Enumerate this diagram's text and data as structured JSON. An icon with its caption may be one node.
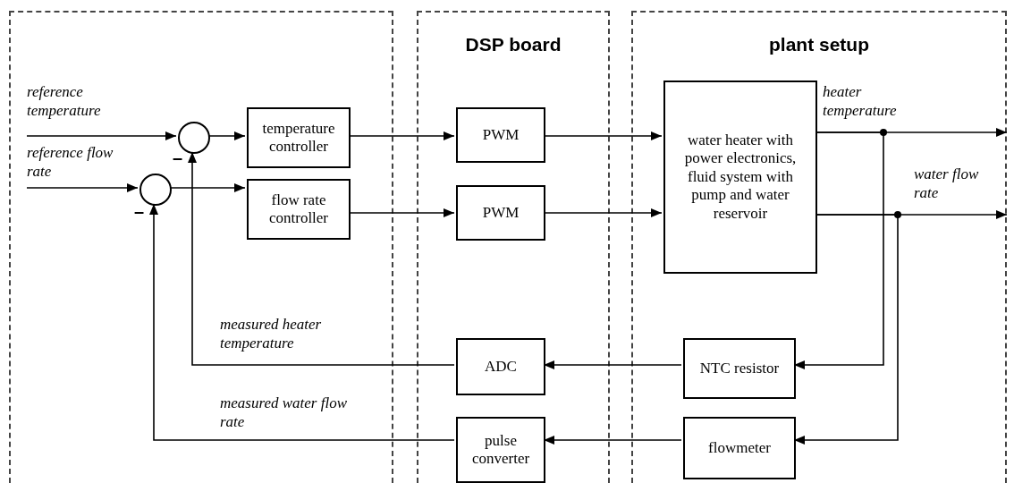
{
  "diagram": {
    "nodes": [
      {
        "text": [],
        "shape": "box"
      },
      {
        "text": [
          "DSP board"
        ]
      },
      {
        "text": [
          "plant setup"
        ]
      },
      {
        "text": [],
        "shape": "circle",
        "in": 0
      },
      {
        "text": [
          "temperature controller"
        ],
        "in": 0
      },
      {
        "text": [],
        "shape": "circle",
        "in": 0
      },
      {
        "text": [
          "flow rate controller"
        ],
        "in": 0
      },
      {
        "text": [
          "PWM"
        ],
        "in": 1
      },
      {
        "text": [
          "PWM"
        ],
        "in": 1
      },
      {
        "text": [
          "ADC"
        ],
        "in": 1
      },
      {
        "text": [
          "pulse converter"
        ],
        "in": 1
      },
      {
        "text": [
          "water heater with power electronics, fluid system with pump and water reservoir"
        ],
        "in": 2
      },
      {
        "text": [
          "NTC resistor"
        ],
        "in": 2
      },
      {
        "text": [
          "flowmeter"
        ],
        "in": 2
      }
    ],
    "edges": [
      {
        "from": null,
        "to": 3,
        "arrow": "to",
        "label": "reference temperature"
      },
      {
        "from": 3,
        "to": 4,
        "arrow": "to"
      },
      {
        "from": 4,
        "to": 7,
        "arrow": "to"
      },
      {
        "from": 7,
        "to": 11,
        "arrow": "to"
      },
      {
        "from": null,
        "to": 5,
        "arrow": "to",
        "label": "reference flow rate"
      },
      {
        "from": 5,
        "to": 6,
        "arrow": "to"
      },
      {
        "from": 6,
        "to": 8,
        "arrow": "to"
      },
      {
        "from": 8,
        "to": 11,
        "arrow": "to"
      },
      {
        "from": 11,
        "to": null,
        "arrow": "to",
        "label": "heater temperature"
      },
      {
        "from": 11,
        "to": null,
        "arrow": "to",
        "label": "water flow rate"
      },
      {
        "from": 11,
        "to": 12,
        "arrow": "to"
      },
      {
        "from": 11,
        "to": 13,
        "arrow": "to"
      },
      {
        "from": 12,
        "to": 9,
        "arrow": "to"
      },
      {
        "from": 9,
        "to": 3,
        "arrow": "to",
        "label": "measured heater temperature"
      },
      {
        "from": 13,
        "to": 10,
        "arrow": "to"
      },
      {
        "from": 10,
        "to": 5,
        "arrow": "to",
        "label": "measured water flow rate"
      }
    ],
    "labels": [
      "–",
      "–"
    ]
  }
}
